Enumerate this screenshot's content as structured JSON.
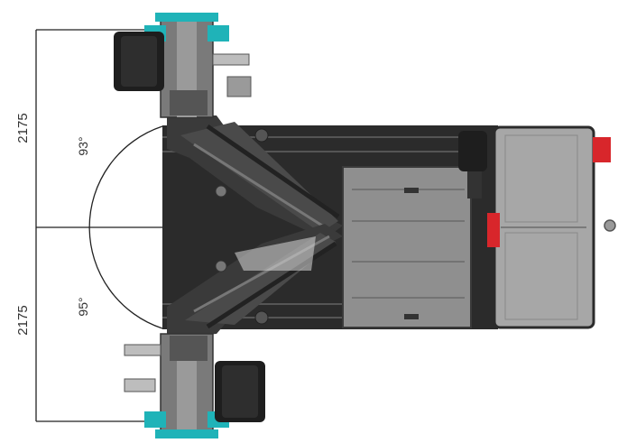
{
  "dimensions": {
    "upper_span": "2175",
    "lower_span": "2175"
  },
  "angles": {
    "upper": "93°",
    "lower": "95°"
  },
  "colors": {
    "line": "#222222",
    "machine_dark": "#2b2b2b",
    "machine_mid": "#4a4a4a",
    "panel_grey": "#8f8f8f",
    "panel_light": "#a7a7a7",
    "drill_cyan": "#1fb3b8",
    "rubber": "#1e1e1e",
    "accent_red": "#d8262b"
  }
}
